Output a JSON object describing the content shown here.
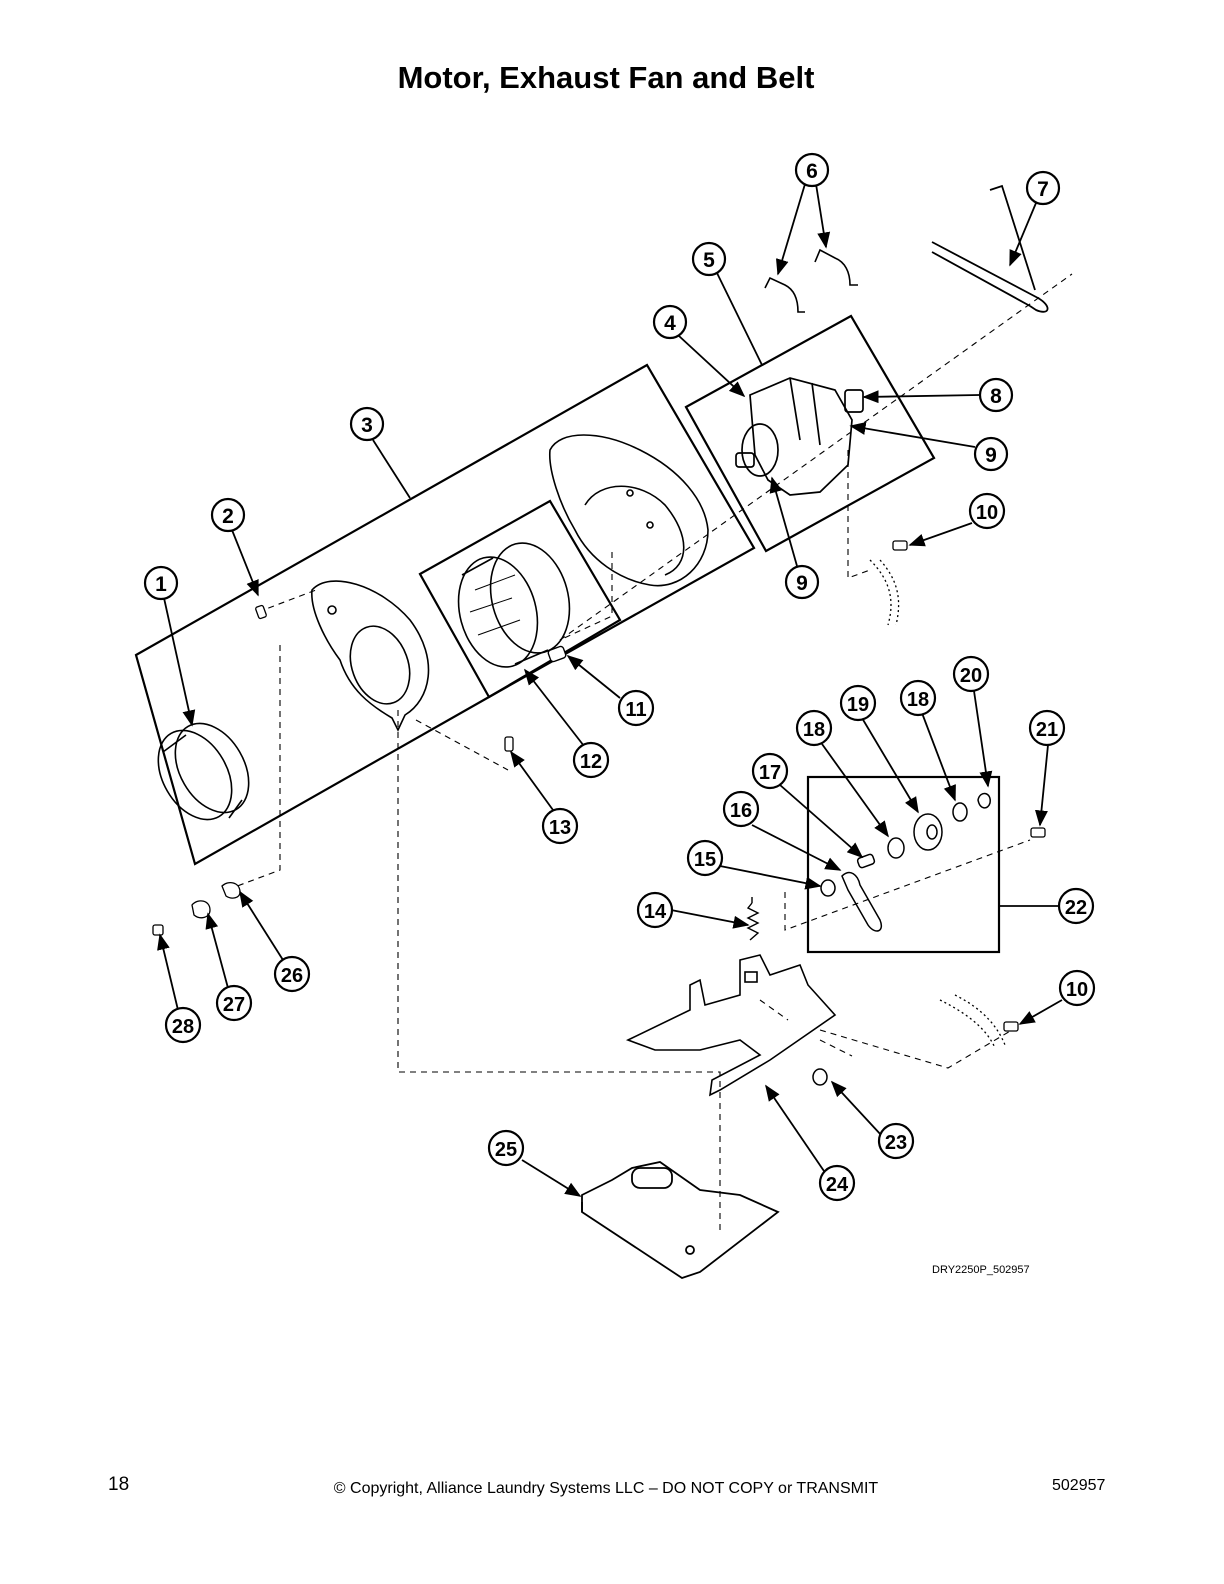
{
  "page": {
    "title": "Motor, Exhaust Fan and Belt",
    "page_number": "18",
    "copyright": "© Copyright, Alliance Laundry Systems LLC – DO NOT COPY or TRANSMIT",
    "document_number": "502957",
    "drawing_id": "DRY2250P_502957"
  },
  "callouts": [
    {
      "id": "c1",
      "label": "1"
    },
    {
      "id": "c2",
      "label": "2"
    },
    {
      "id": "c3",
      "label": "3"
    },
    {
      "id": "c4",
      "label": "4"
    },
    {
      "id": "c5",
      "label": "5"
    },
    {
      "id": "c6",
      "label": "6"
    },
    {
      "id": "c7",
      "label": "7"
    },
    {
      "id": "c8",
      "label": "8"
    },
    {
      "id": "c9a",
      "label": "9"
    },
    {
      "id": "c9b",
      "label": "9"
    },
    {
      "id": "c10a",
      "label": "10"
    },
    {
      "id": "c10b",
      "label": "10"
    },
    {
      "id": "c11",
      "label": "11"
    },
    {
      "id": "c12",
      "label": "12"
    },
    {
      "id": "c13",
      "label": "13"
    },
    {
      "id": "c14",
      "label": "14"
    },
    {
      "id": "c15",
      "label": "15"
    },
    {
      "id": "c16",
      "label": "16"
    },
    {
      "id": "c17",
      "label": "17"
    },
    {
      "id": "c18a",
      "label": "18"
    },
    {
      "id": "c18b",
      "label": "18"
    },
    {
      "id": "c19",
      "label": "19"
    },
    {
      "id": "c20",
      "label": "20"
    },
    {
      "id": "c21",
      "label": "21"
    },
    {
      "id": "c22",
      "label": "22"
    },
    {
      "id": "c23",
      "label": "23"
    },
    {
      "id": "c24",
      "label": "24"
    },
    {
      "id": "c25",
      "label": "25"
    },
    {
      "id": "c26",
      "label": "26"
    },
    {
      "id": "c27",
      "label": "27"
    },
    {
      "id": "c28",
      "label": "28"
    }
  ]
}
